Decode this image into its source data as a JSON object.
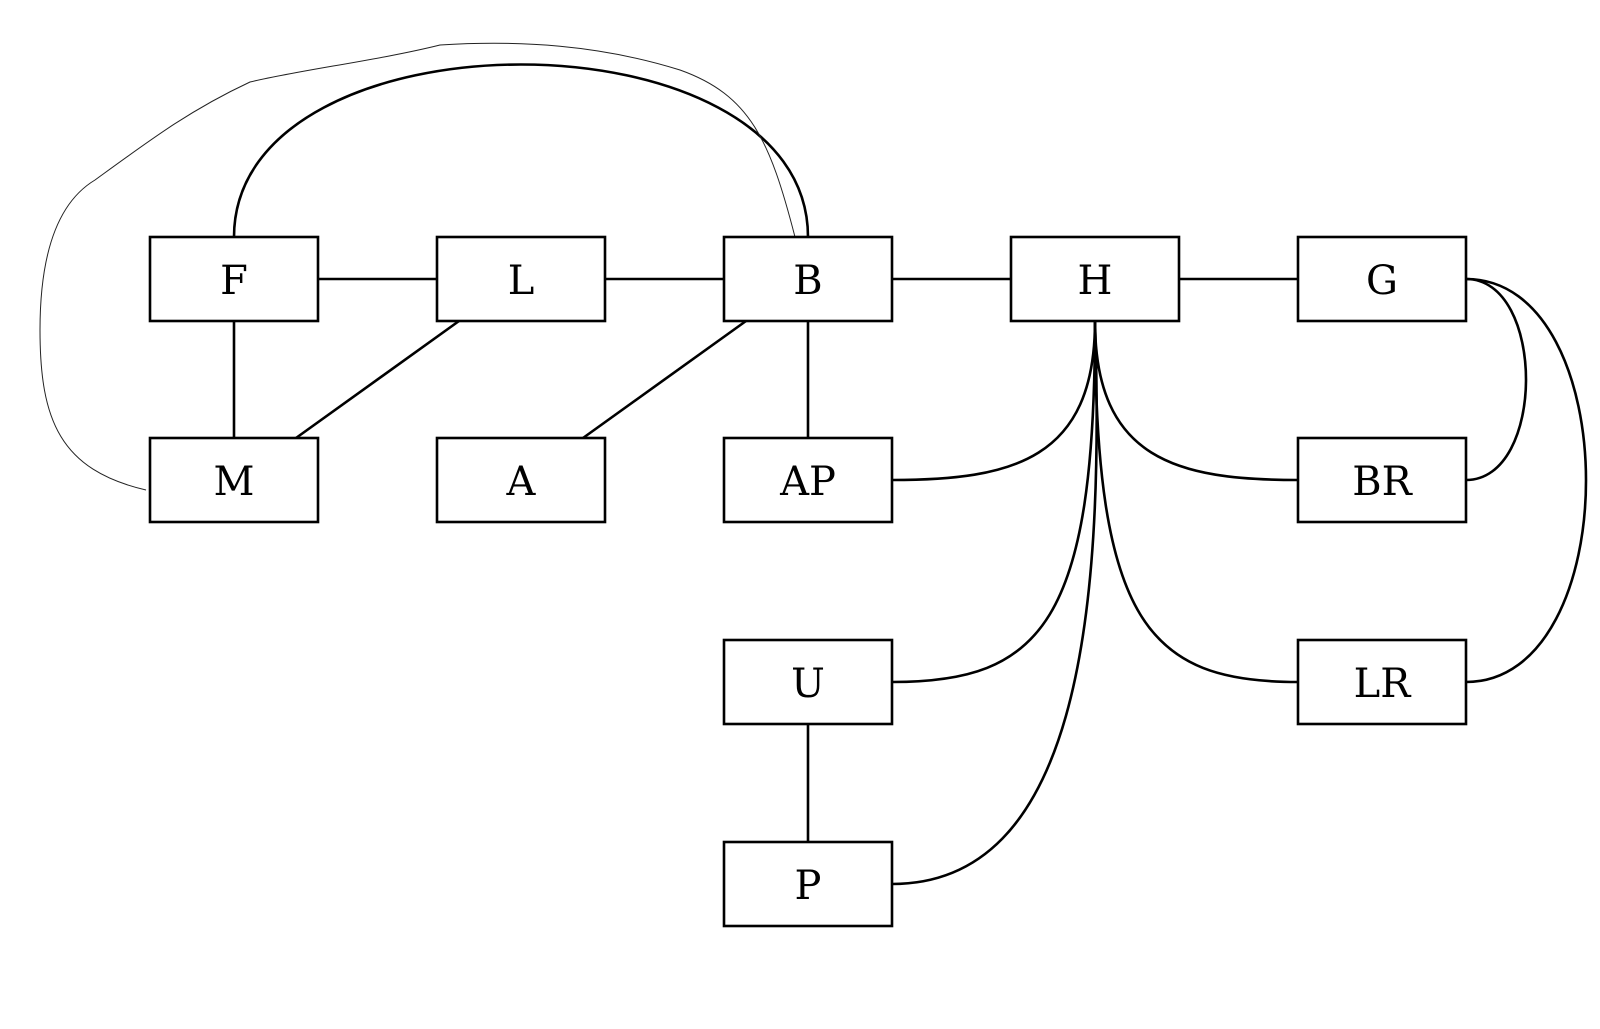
{
  "diagram": {
    "type": "graph",
    "nodes": [
      {
        "id": "F",
        "label": "F"
      },
      {
        "id": "L",
        "label": "L"
      },
      {
        "id": "B",
        "label": "B"
      },
      {
        "id": "H",
        "label": "H"
      },
      {
        "id": "G",
        "label": "G"
      },
      {
        "id": "M",
        "label": "M"
      },
      {
        "id": "A",
        "label": "A"
      },
      {
        "id": "AP",
        "label": "AP"
      },
      {
        "id": "BR",
        "label": "BR"
      },
      {
        "id": "U",
        "label": "U"
      },
      {
        "id": "LR",
        "label": "LR"
      },
      {
        "id": "P",
        "label": "P"
      }
    ],
    "edges": [
      {
        "from": "F",
        "to": "L",
        "style": "straight"
      },
      {
        "from": "L",
        "to": "B",
        "style": "straight"
      },
      {
        "from": "B",
        "to": "H",
        "style": "straight"
      },
      {
        "from": "H",
        "to": "G",
        "style": "straight"
      },
      {
        "from": "F",
        "to": "M",
        "style": "straight"
      },
      {
        "from": "L",
        "to": "M",
        "style": "straight"
      },
      {
        "from": "B",
        "to": "A",
        "style": "straight"
      },
      {
        "from": "B",
        "to": "AP",
        "style": "straight"
      },
      {
        "from": "U",
        "to": "P",
        "style": "straight"
      },
      {
        "from": "F",
        "to": "B",
        "style": "arc"
      },
      {
        "from": "M",
        "to": "B",
        "style": "hand-drawn"
      },
      {
        "from": "H",
        "to": "AP",
        "style": "curve"
      },
      {
        "from": "H",
        "to": "BR",
        "style": "curve"
      },
      {
        "from": "H",
        "to": "U",
        "style": "curve"
      },
      {
        "from": "H",
        "to": "LR",
        "style": "curve"
      },
      {
        "from": "H",
        "to": "P",
        "style": "curve"
      },
      {
        "from": "G",
        "to": "BR",
        "style": "curve"
      },
      {
        "from": "G",
        "to": "LR",
        "style": "curve"
      }
    ]
  }
}
